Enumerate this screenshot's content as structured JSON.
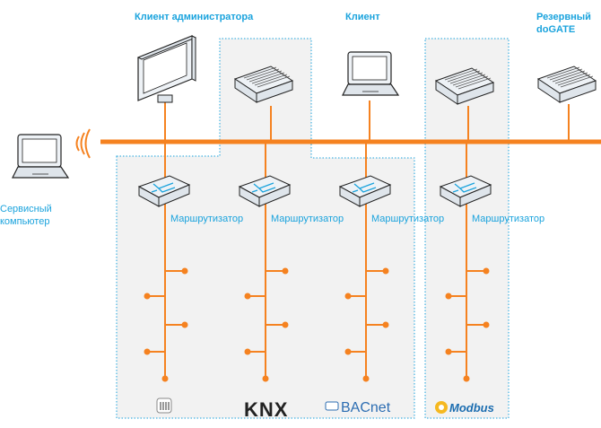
{
  "labels": {
    "admin_client": "Клиент администратора",
    "client": "Клиент",
    "backup_dogate": [
      "Резервный",
      "doGATE"
    ],
    "service_computer": [
      "Сервисный",
      "компьютер"
    ]
  },
  "routers": [
    "Маршрутизатор",
    "Маршрутизатор",
    "Маршрутизатор",
    "Маршрутизатор"
  ],
  "protocols": [
    "KNX",
    "BACnet",
    "Modbus"
  ],
  "colors": {
    "accent": "#f58220",
    "label": "#1aa3dd",
    "zone": "#f2f2f2",
    "zone_border": "#1aa3dd"
  }
}
